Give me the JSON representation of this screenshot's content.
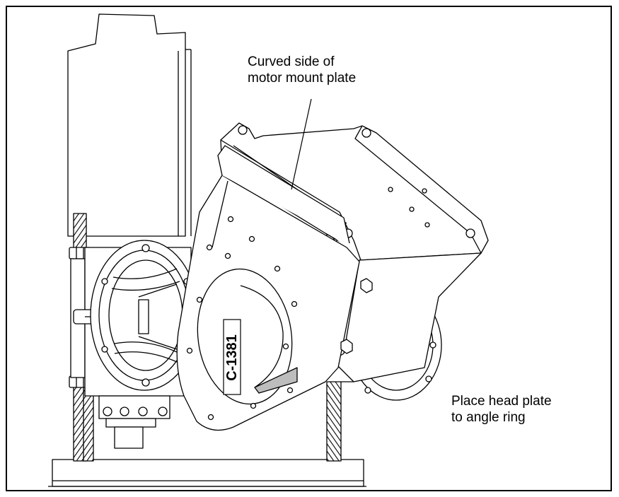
{
  "callouts": {
    "motor_plate": "Curved side of\nmotor mount plate",
    "head_plate": "Place head plate\nto angle ring"
  },
  "part_marking": "C-1381",
  "colors": {
    "line": "#000000",
    "paper": "#ffffff",
    "shade": "#bdbdbd"
  }
}
